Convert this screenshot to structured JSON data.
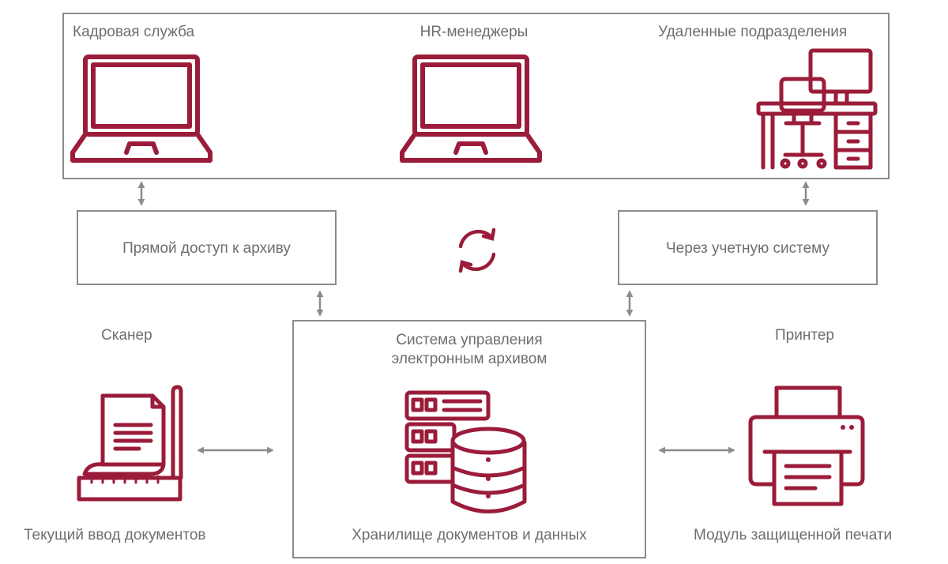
{
  "colors": {
    "accent": "#9b1c3a",
    "line": "#8c8c8c",
    "text": "#6e6e6e"
  },
  "top": {
    "hr_service": "Кадровая служба",
    "hr_managers": "HR-менеджеры",
    "remote_units": "Удаленные подразделения"
  },
  "access": {
    "direct": "Прямой доступ к архиву",
    "via_accounting": "Через учетную систему"
  },
  "scanner": {
    "title": "Сканер",
    "caption": "Текущий ввод документов"
  },
  "system": {
    "title_line1": "Система управления",
    "title_line2": "электронным архивом",
    "caption": "Хранилище документов и данных"
  },
  "printer": {
    "title": "Принтер",
    "caption": "Модуль защищенной печати"
  },
  "icons": [
    "laptop-icon",
    "laptop-icon",
    "workplace-icon",
    "sync-icon",
    "scanner-icon",
    "database-icon",
    "printer-icon"
  ]
}
